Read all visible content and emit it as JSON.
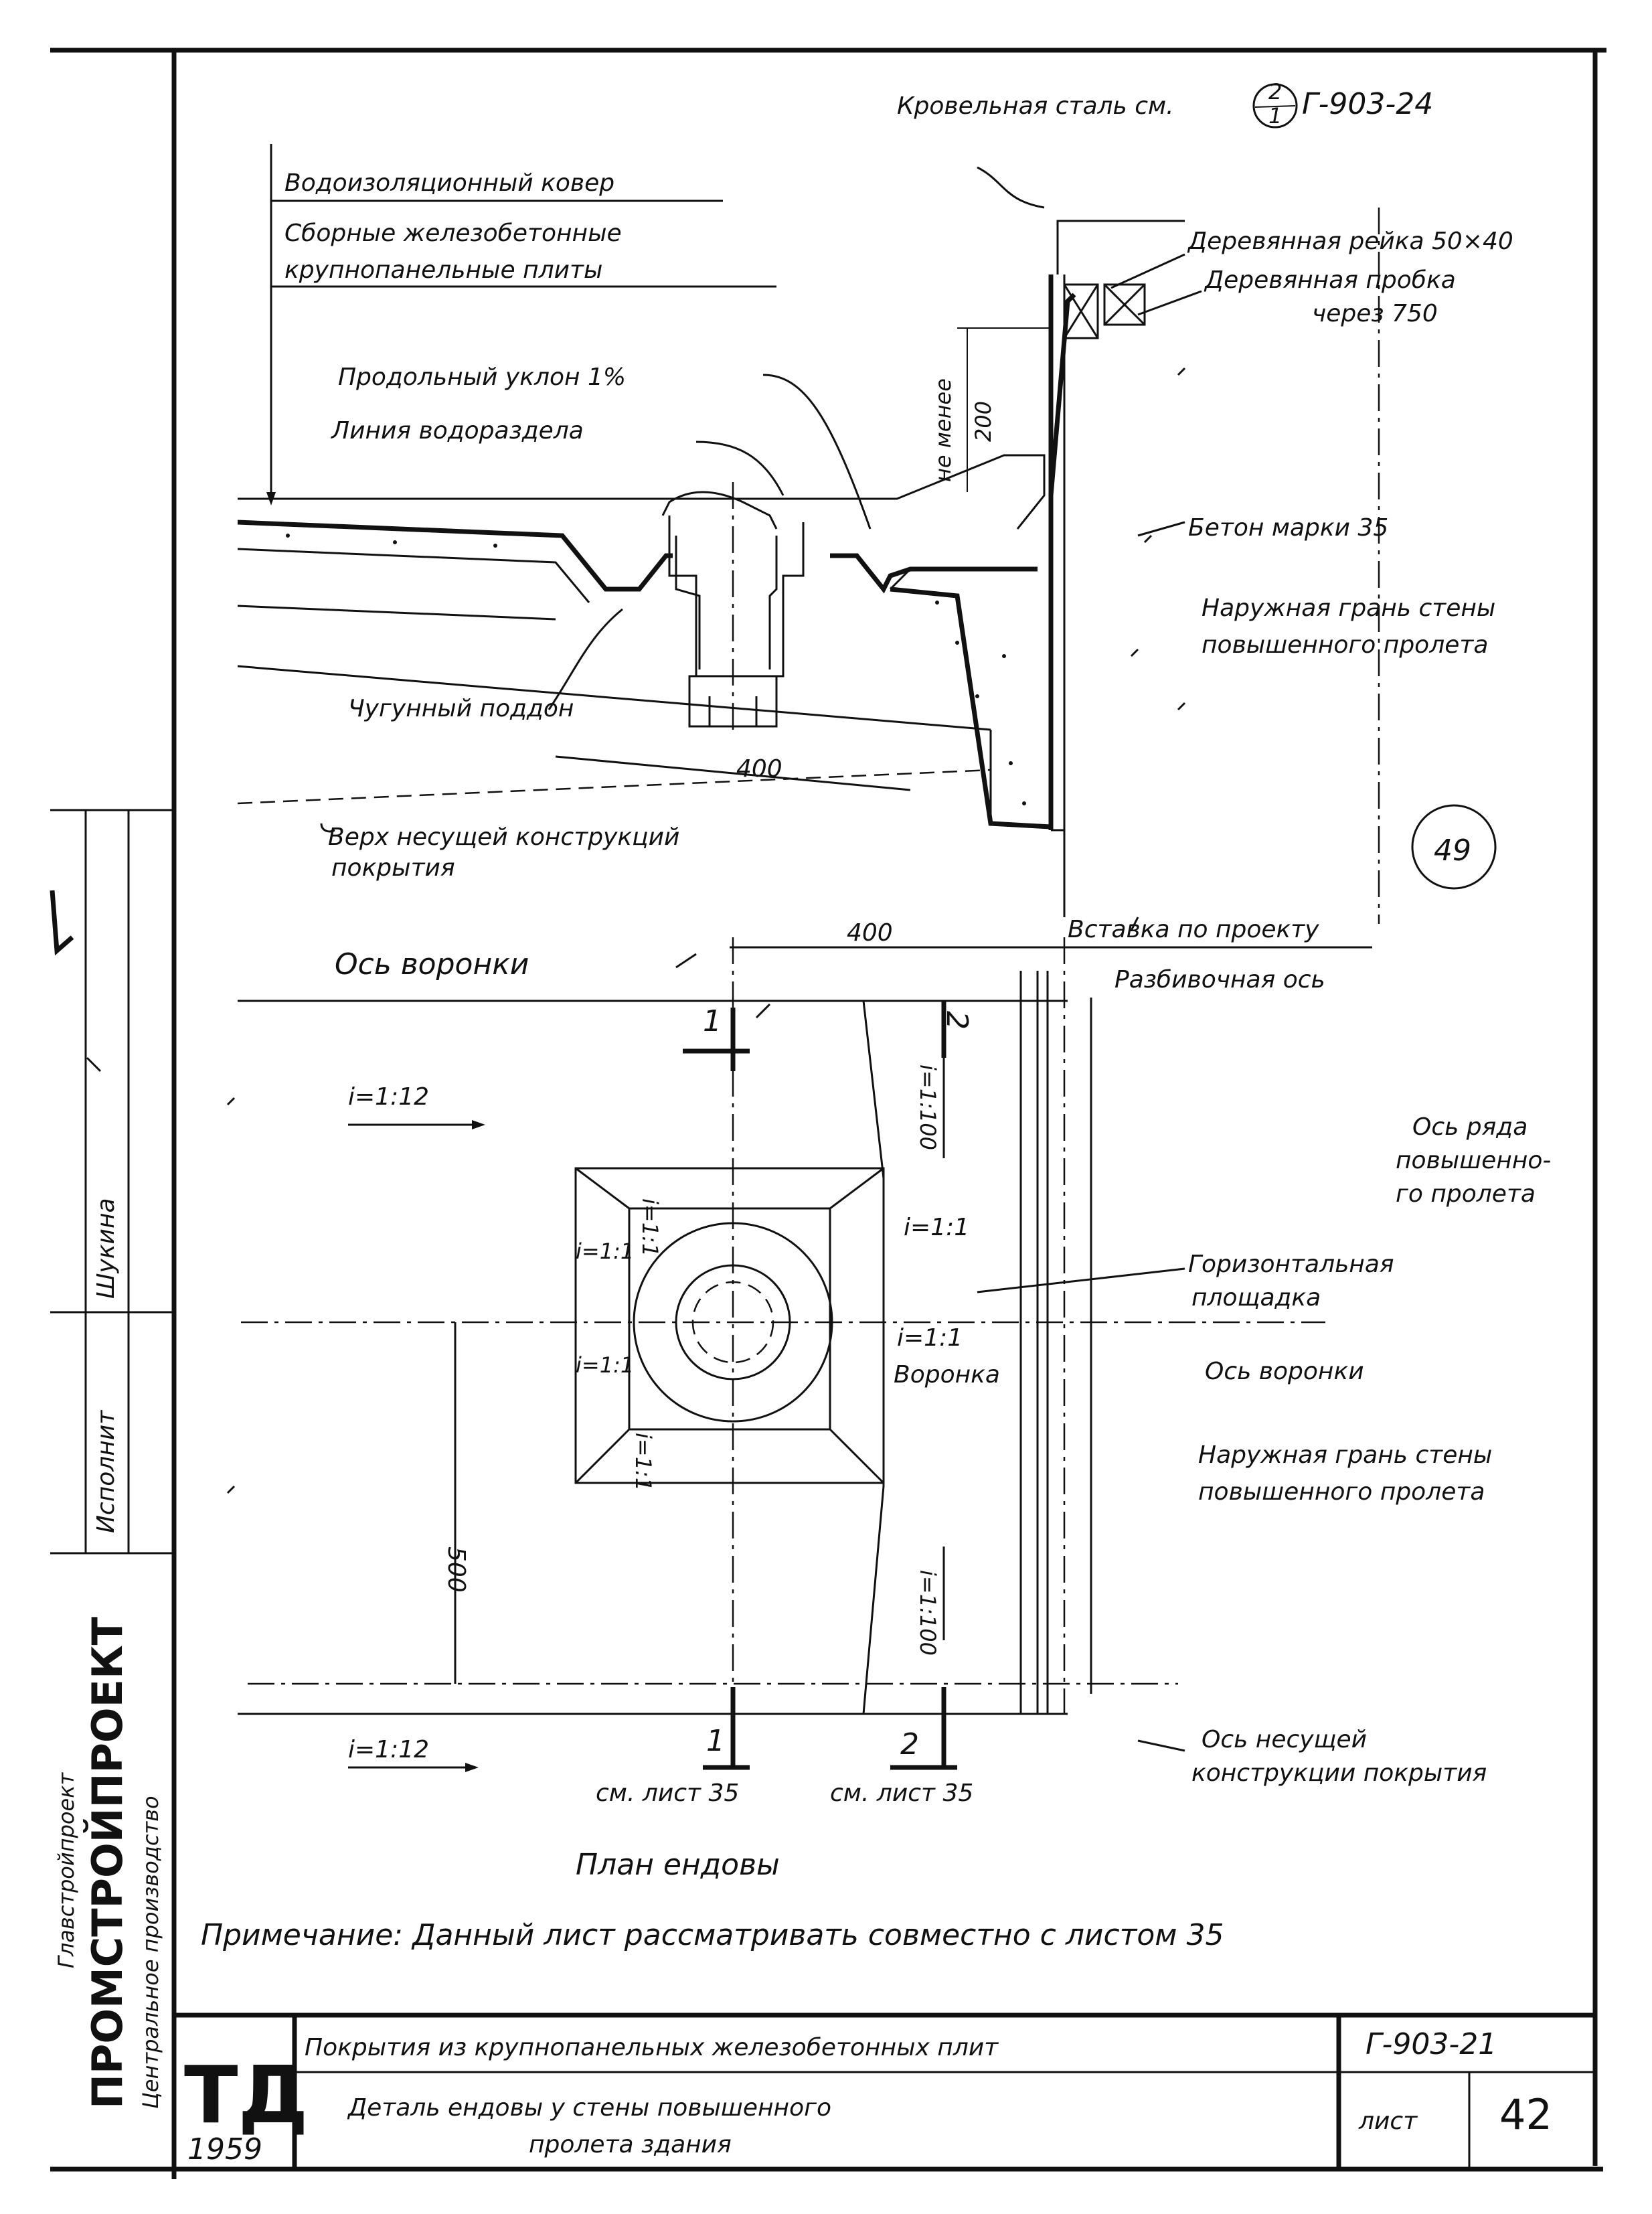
{
  "sheet_number_circle": "49",
  "top_labels": {
    "roof_steel": "Кровельная сталь см.",
    "roof_steel_frac_top": "2",
    "roof_steel_frac_bottom": "1",
    "roof_steel_ref": "Г-903-24",
    "waterproof_carpet": "Водоизоляционный ковер",
    "precast_slabs_1": "Сборные железобетонные",
    "precast_slabs_2": "крупнопанельные плиты",
    "wooden_rail": "Деревянная рейка 50×40",
    "wooden_plug": "Деревянная пробка",
    "wooden_plug_2": "через 750",
    "long_slope": "Продольный уклон 1%",
    "watershed_line": "Линия водораздела",
    "not_less": "не менее",
    "not_less_value": "200",
    "concrete_grade": "Бетон марки 35",
    "outer_face_1": "Наружная грань стены",
    "outer_face_2": "повышенного пролета",
    "cast_iron_tray": "Чугунный поддон",
    "dim_400_section": "400",
    "top_of_structure_1": "Верх несущей конструкций",
    "top_of_structure_2": "покрытия"
  },
  "plan_labels": {
    "funnel_axis": "Ось воронки",
    "dim_400_plan": "400",
    "insert_by_design": "Вставка по проекту",
    "layout_axis": "Разбивочная ось",
    "slope_left_top": "i=1:12",
    "slope_left_bottom": "i=1:12",
    "slope_100_top": "i=1:100",
    "slope_100_bottom": "i=1:100",
    "slope_1_1": "i=1:1",
    "slope_1_1_b": "i=1:1",
    "slope_1_1_l1": "i=1:1",
    "slope_1_1_l2": "i=1:1",
    "slope_1_1_t": "i=1:1",
    "slope_1_1_bl": "i=1:1",
    "row_axis_1": "Ось ряда",
    "row_axis_2": "повышенно-",
    "row_axis_3": "го пролета",
    "horiz_platform_1": "Горизонтальная",
    "horiz_platform_2": "площадка",
    "funnel_axis_right": "Ось воронки",
    "funnel": "Воронка",
    "outer_face_plan_1": "Наружная грань стены",
    "outer_face_plan_2": "повышенного пролета",
    "dim_500": "500",
    "bearing_axis_1": "Ось несущей",
    "bearing_axis_2": "конструкции покрытия",
    "section_1": "1",
    "section_2": "2",
    "see_sheet_1": "см. лист 35",
    "see_sheet_2": "см. лист 35",
    "plan_title": "План ендовы",
    "note": "Примечание: Данный лист рассматривать совместно с листом 35"
  },
  "title_block": {
    "org_1": "Главстройпроект",
    "org_2": "ПРОМСТРОЙПРОЕКТ",
    "org_3": "Центральное производство",
    "executor_label": "Исполнит",
    "executor_name": "Шукина",
    "logo_text": "ТД",
    "year": "1959",
    "series_title": "Покрытия из крупнопанельных железобетонных плит",
    "sheet_title_1": "Деталь ендовы у стены повышенного",
    "sheet_title_2": "пролета здания",
    "code": "Г-903-21",
    "sheet_label": "лист",
    "sheet_number": "42"
  }
}
